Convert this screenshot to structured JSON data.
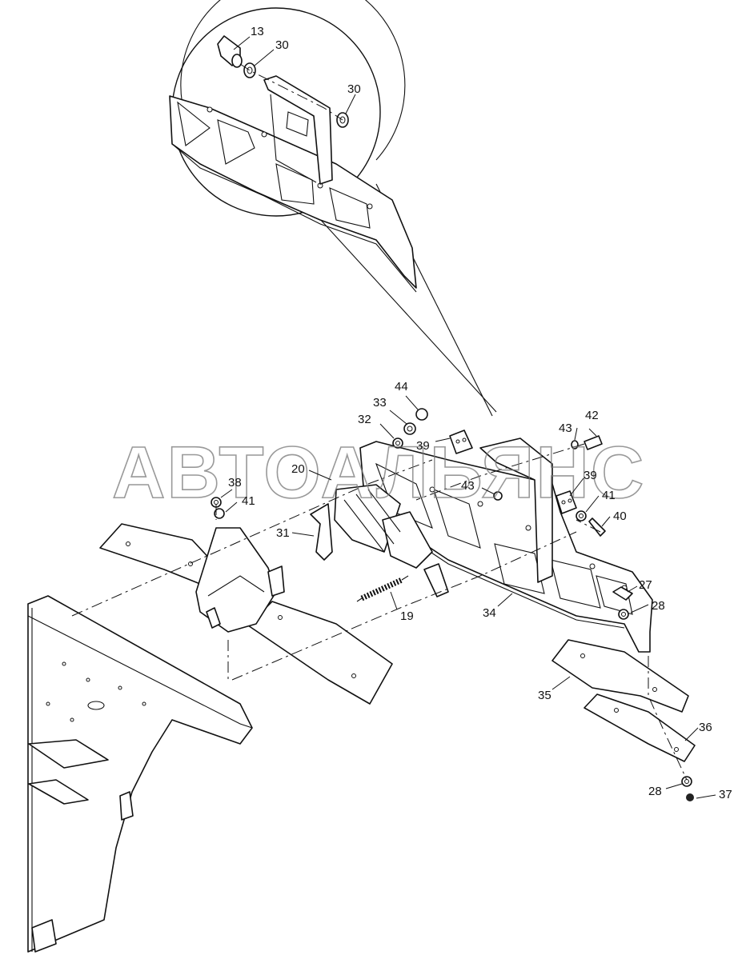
{
  "watermark": "АВТОАЛЬЯНС",
  "callouts": {
    "c13": "13",
    "c30a": "30",
    "c30b": "30",
    "c44": "44",
    "c33": "33",
    "c32": "32",
    "c39a": "39",
    "c20": "20",
    "c38": "38",
    "c41a": "41",
    "c31": "31",
    "c43a": "43",
    "c43b": "43",
    "c42": "42",
    "c39b": "39",
    "c41b": "41",
    "c40": "40",
    "c19": "19",
    "c34": "34",
    "c27": "27",
    "c28a": "28",
    "c35": "35",
    "c36": "36",
    "c28b": "28",
    "c37": "37"
  }
}
